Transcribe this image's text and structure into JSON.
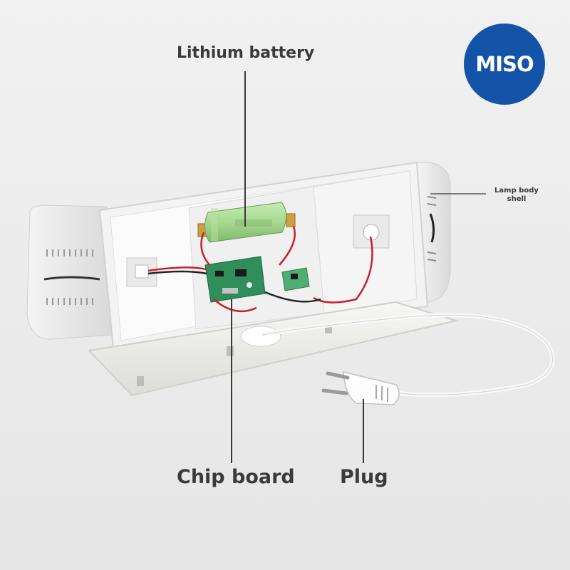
{
  "brand": {
    "logo_text": "MISO",
    "logo_color": "#1454a8"
  },
  "callouts": {
    "battery": "Lithium battery",
    "shell": "Lamp body shell",
    "chip": "Chip board",
    "plug": "Plug"
  },
  "colors": {
    "background": "#ececec",
    "lamp_shell": "#f6f6f6",
    "battery": "#a8d890",
    "circuit_board": "#2f8e5a",
    "wire_red": "#c8202a",
    "leader_line": "#3a3a3a"
  }
}
